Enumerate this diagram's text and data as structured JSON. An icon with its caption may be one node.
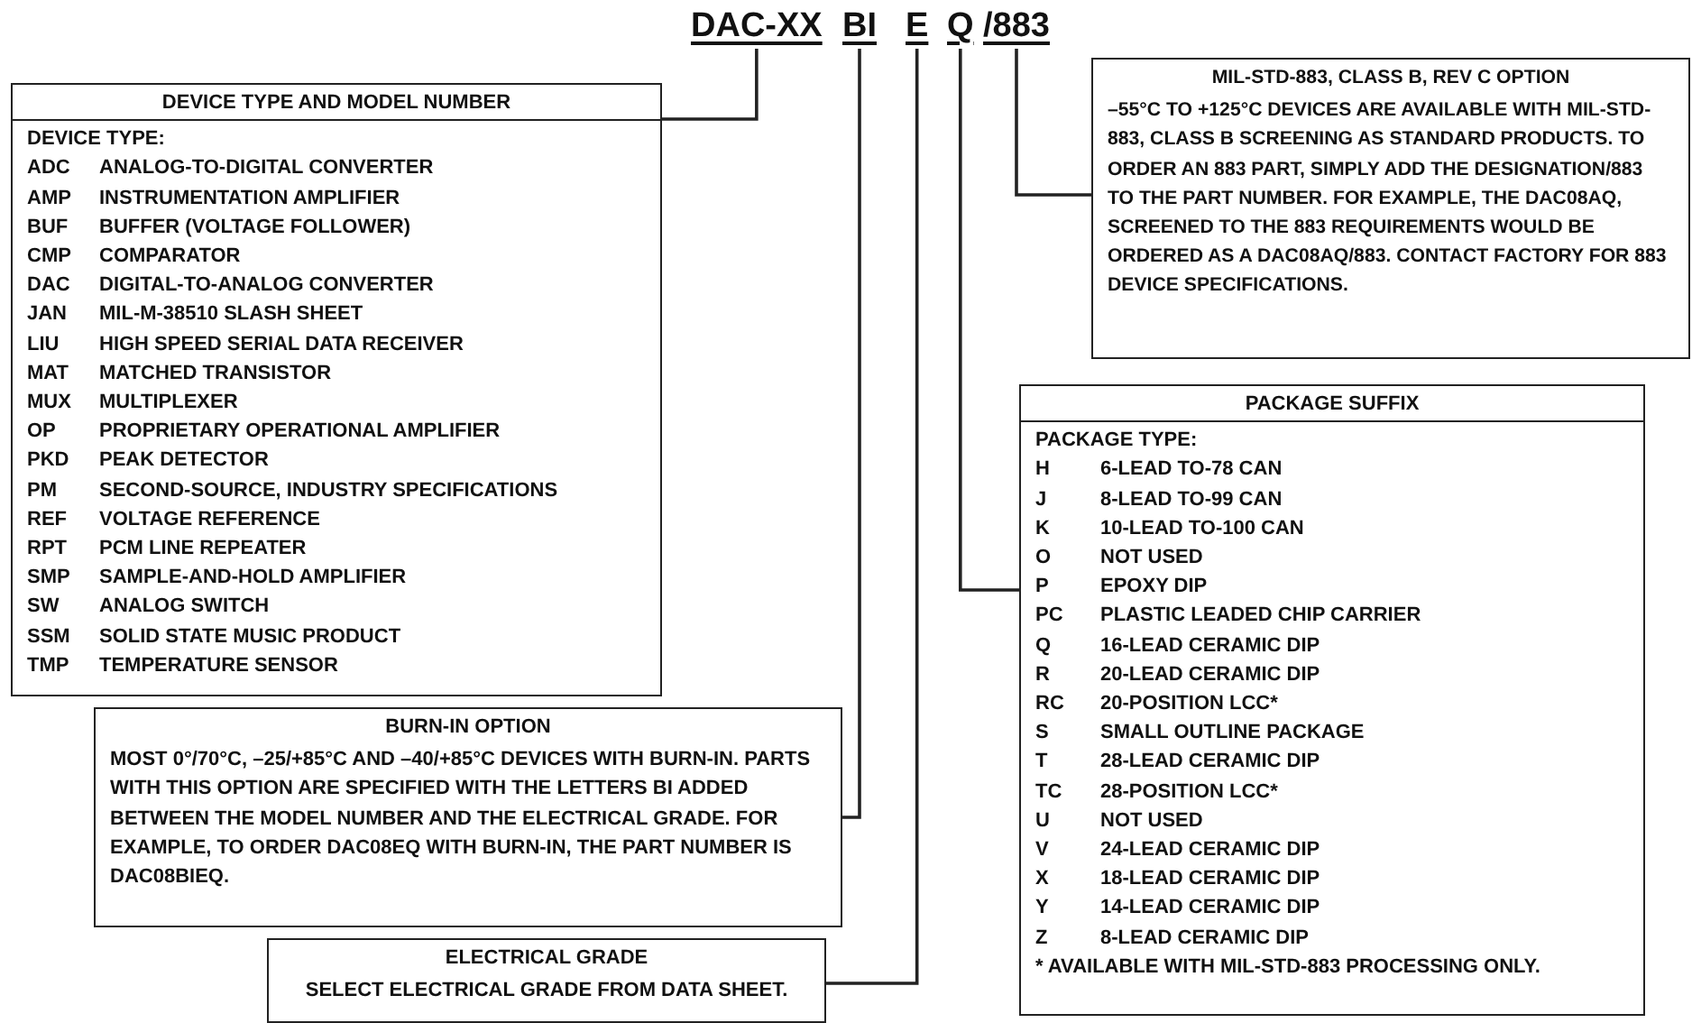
{
  "diagram": {
    "nodes": [
      {
        "text": [
          "DAC-XX"
        ]
      },
      {
        "text": [
          "BI"
        ]
      },
      {
        "text": [
          "E"
        ]
      },
      {
        "text": [
          "Q"
        ]
      },
      {
        "text": [
          "/883"
        ]
      },
      {
        "text": [
          "DEVICE TYPE AND MODEL NUMBER",
          "DEVICE TYPE:",
          "ADC",
          "ANALOG-TO-DIGITAL CONVERTER",
          "AMP",
          "INSTRUMENTATION AMPLIFIER",
          "BUF",
          "BUFFER (VOLTAGE FOLLOWER)",
          "CMP",
          "COMPARATOR",
          "DAC",
          "DIGITAL-TO-ANALOG CONVERTER",
          "JAN",
          "MIL-M-38510 SLASH SHEET",
          "LIU",
          "HIGH SPEED SERIAL DATA RECEIVER",
          "MAT",
          "MATCHED TRANSISTOR",
          "MUX",
          "MULTIPLEXER",
          "OP",
          "PROPRIETARY OPERATIONAL AMPLIFIER",
          "PKD",
          "PEAK DETECTOR",
          "PM",
          "SECOND-SOURCE, INDUSTRY SPECIFICATIONS",
          "REF",
          "VOLTAGE REFERENCE",
          "RPT",
          "PCM LINE REPEATER",
          "SMP",
          "SAMPLE-AND-HOLD AMPLIFIER",
          "SW",
          "ANALOG SWITCH",
          "SSM",
          "SOLID STATE MUSIC PRODUCT",
          "TMP",
          "TEMPERATURE SENSOR"
        ]
      },
      {
        "text": [
          "BURN-IN OPTION",
          "MOST 0°/70°C, –25/+85°C AND –40/+85°C DEVICES WITH BURN-IN. PARTS WITH THIS OPTION ARE SPECIFIED WITH THE LETTERS BI ADDED BETWEEN THE MODEL NUMBER AND THE ELECTRICAL GRADE. FOR EXAMPLE, TO ORDER DAC08EQ WITH BURN-IN, THE PART NUMBER IS DAC08BIEQ."
        ]
      },
      {
        "text": [
          "ELECTRICAL GRADE",
          "SELECT ELECTRICAL GRADE FROM DATA SHEET."
        ]
      },
      {
        "text": [
          "PACKAGE SUFFIX",
          "PACKAGE TYPE:",
          "H",
          "6-LEAD TO-78 CAN",
          "J",
          "8-LEAD TO-99 CAN",
          "K",
          "10-LEAD TO-100 CAN",
          "O",
          "NOT USED",
          "P",
          "EPOXY DIP",
          "PC",
          "PLASTIC LEADED CHIP CARRIER",
          "Q",
          "16-LEAD CERAMIC DIP",
          "R",
          "20-LEAD CERAMIC DIP",
          "RC",
          "20-POSITION LCC*",
          "S",
          "SMALL OUTLINE PACKAGE",
          "T",
          "28-LEAD CERAMIC DIP",
          "TC",
          "28-POSITION LCC*",
          "U",
          "NOT USED",
          "V",
          "24-LEAD CERAMIC DIP",
          "X",
          "18-LEAD CERAMIC DIP",
          "Y",
          "14-LEAD CERAMIC DIP",
          "Z",
          "8-LEAD CERAMIC DIP",
          "* AVAILABLE WITH MIL-STD-883 PROCESSING ONLY."
        ]
      },
      {
        "text": [
          "MIL-STD-883, CLASS B, REV C OPTION",
          "–55°C TO +125°C DEVICES ARE AVAILABLE WITH MIL-STD-883, CLASS B SCREENING AS STANDARD PRODUCTS. TO ORDER AN 883 PART, SIMPLY ADD THE DESIGNATION/883 TO THE PART NUMBER. FOR EXAMPLE, THE DAC08AQ, SCREENED TO THE 883 REQUIREMENTS WOULD BE ORDERED AS A DAC08AQ/883. CONTACT FACTORY FOR 883 DEVICE SPECIFICATIONS."
        ]
      }
    ],
    "edges": [
      {
        "from": 0,
        "to": 5,
        "arrow": "none"
      },
      {
        "from": 1,
        "to": 6,
        "arrow": "none"
      },
      {
        "from": 2,
        "to": 7,
        "arrow": "none"
      },
      {
        "from": 3,
        "to": 8,
        "arrow": "none"
      },
      {
        "from": 4,
        "to": 9,
        "arrow": "none"
      }
    ]
  }
}
